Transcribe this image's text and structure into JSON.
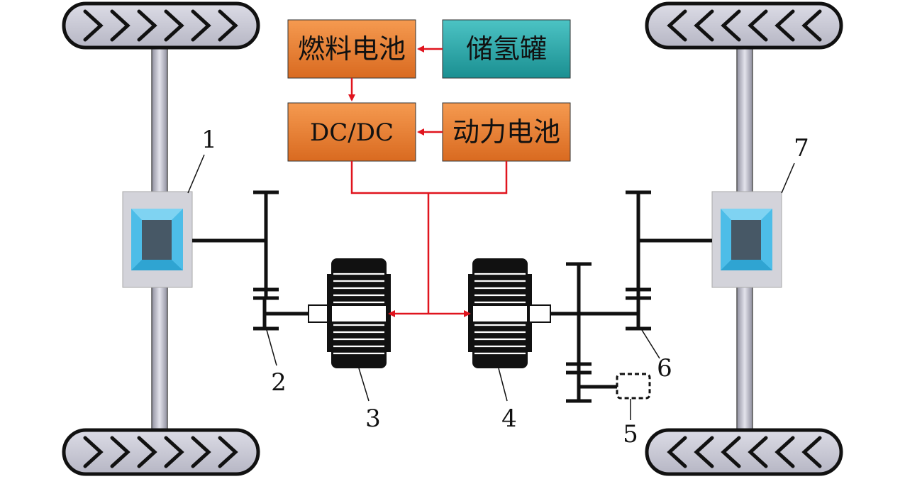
{
  "blocks": {
    "fuel_cell": "燃料电池",
    "hydrogen_tank": "储氢罐",
    "dcdc": "DC/DC",
    "power_battery": "动力电池"
  },
  "numbers": {
    "n1": "1",
    "n2": "2",
    "n3": "3",
    "n4": "4",
    "n5": "5",
    "n6": "6",
    "n7": "7"
  },
  "colors": {
    "block_orange": "#f08a3c",
    "block_teal": "#2aa7a8",
    "wire_red": "#e0141e",
    "tire_fill": "#c9c9d6",
    "axle_fill": "#b9b9c7",
    "diff_outer": "#cfcfd6",
    "diff_blue": "#4dbde8",
    "diff_core": "#475866"
  }
}
